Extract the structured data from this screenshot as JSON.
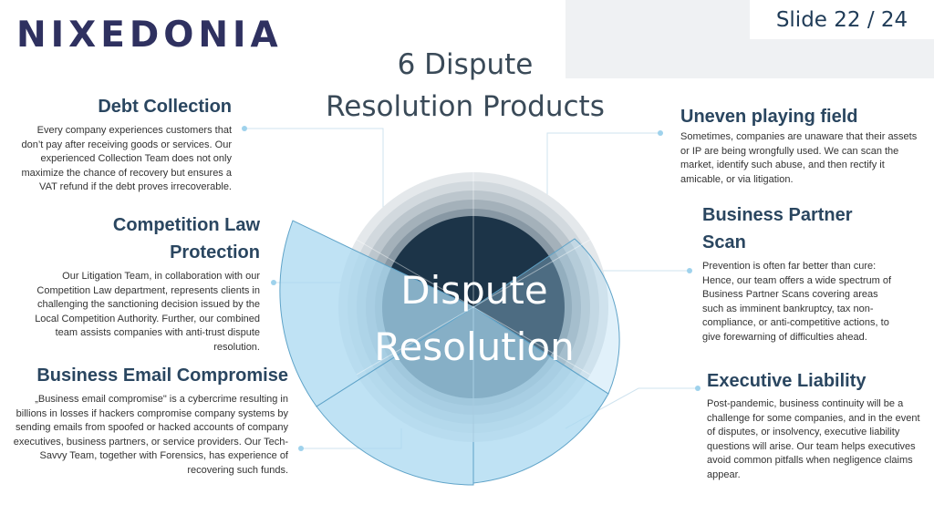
{
  "brand": {
    "logo_text": "NIXEDONIA"
  },
  "slide": {
    "label": "Slide 22 / 24"
  },
  "title": {
    "line1": "6 Dispute",
    "line2": "Resolution Products"
  },
  "center": {
    "line1": "Dispute",
    "line2": "Resolution"
  },
  "colors": {
    "dark_navy": "#1c3448",
    "light_blue": "#aad8f0",
    "gray": "#9aa6ae",
    "heading": "#2a4660"
  },
  "products": [
    {
      "heading": "Debt Collection",
      "body": "Every company experiences customers that don’t pay after receiving goods or services. Our experienced Collection Team does not only maximize the chance of recovery but ensures a VAT refund if the debt proves irrecoverable."
    },
    {
      "heading_line1": "Competition Law",
      "heading_line2": "Protection",
      "body": "Our Litigation Team, in collaboration with our Competition Law department, represents clients in challenging the sanctioning decision issued by the Local Competition Authority.  Further, our combined team assists companies with anti-trust dispute resolution."
    },
    {
      "heading": "Business Email Compromise",
      "body": "„Business email compromise\" is a cybercrime resulting in billions in losses if hackers compromise company systems by sending emails from spoofed or hacked accounts of company executives, business partners, or service providers. Our Tech-Savvy Team, together with Forensics, has experience of recovering such funds."
    },
    {
      "heading": "Uneven playing field",
      "body": "Sometimes, companies are unaware that their assets or IP are being wrongfully used. We can scan the market, identify such abuse, and then rectify it amicable, or via litigation."
    },
    {
      "heading_line1": "Business Partner",
      "heading_line2": "Scan",
      "body": "Prevention is often far better than cure: Hence, our team offers a wide spectrum of Business Partner Scans covering areas such as imminent bankruptcy, tax non-compliance, or anti-competitive actions, to give forewarning of difficulties ahead."
    },
    {
      "heading": "Executive Liability",
      "body": "Post-pandemic, business continuity will be a challenge for some companies, and in the event of disputes, or insolvency, executive liability questions will arise. Our team helps executives avoid common pitfalls when negligence claims appear."
    }
  ]
}
